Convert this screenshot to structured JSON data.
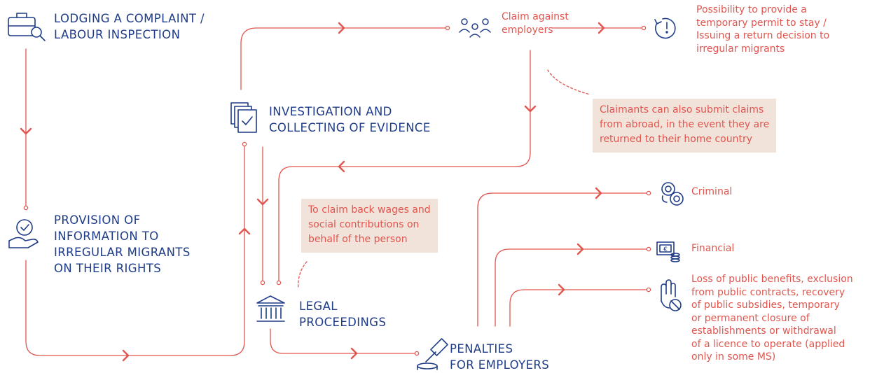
{
  "colors": {
    "navy": "#1f3c88",
    "accent": "#e0564f",
    "note_bg": "#f1e2da"
  },
  "nodes": {
    "complaint": {
      "icon": "briefcase-search-icon",
      "lines": [
        "LODGING A COMPLAINT /",
        "LABOUR INSPECTION"
      ]
    },
    "provision": {
      "icon": "hand-check-icon",
      "lines": [
        "PROVISION OF",
        "INFORMATION TO",
        "IRREGULAR MIGRANTS",
        "ON THEIR RIGHTS"
      ]
    },
    "investigation": {
      "icon": "documents-check-icon",
      "lines": [
        "INVESTIGATION AND",
        "COLLECTING OF EVIDENCE"
      ]
    },
    "legal": {
      "icon": "courthouse-icon",
      "lines": [
        "LEGAL",
        "PROCEEDINGS"
      ]
    },
    "penalties": {
      "icon": "gavel-icon",
      "lines": [
        "PENALTIES",
        "FOR EMPLOYERS"
      ]
    }
  },
  "outcomes": {
    "claim": {
      "icon": "people-group-icon",
      "lines": [
        "Claim against",
        "employers"
      ]
    },
    "permit": {
      "icon": "clock-exclamation-icon",
      "lines": [
        "Possibility to provide a",
        "temporary permit to stay /",
        "Issuing a return decision to",
        "irregular migrants"
      ]
    },
    "criminal": {
      "icon": "handcuffs-icon",
      "lines": [
        "Criminal"
      ]
    },
    "financial": {
      "icon": "euro-banknote-icon",
      "lines": [
        "Financial"
      ]
    },
    "loss": {
      "icon": "hand-prohibited-icon",
      "lines": [
        "Loss of public benefits, exclusion",
        "from public contracts, recovery",
        "of public subsidies, temporary",
        "or permanent closure of",
        "establishments or withdrawal",
        "of a licence to operate (applied",
        "only in some MS)"
      ]
    }
  },
  "notes": {
    "abroad": [
      "Claimants can also submit claims",
      "from abroad, in the event they are",
      "returned to their home country"
    ],
    "wages": [
      "To claim back wages and",
      "social contributions on",
      "behalf of the person"
    ]
  }
}
